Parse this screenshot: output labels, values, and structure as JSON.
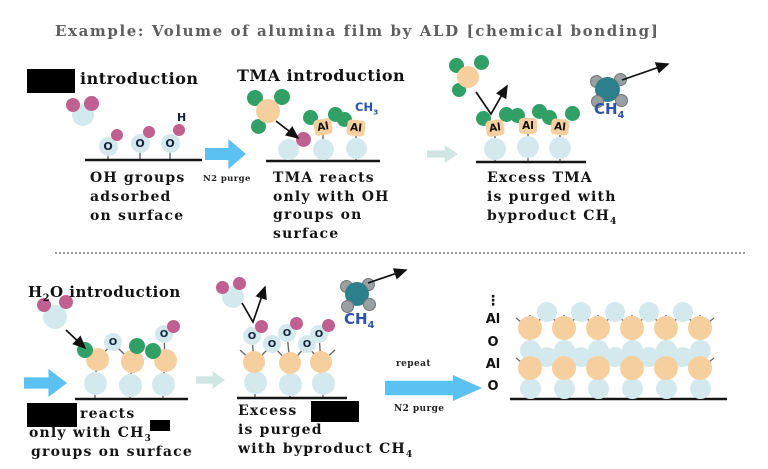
{
  "title": "Example: Volume of alumina film by ALD [chemical bonding]",
  "headings": {
    "p1": "introduction",
    "p2": "TMA introduction",
    "p4_base": "H",
    "p4_sub": "2",
    "p4_rest": "O introduction"
  },
  "captions": {
    "p1": [
      "OH groups",
      "adsorbed",
      "on surface"
    ],
    "p2": [
      "TMA reacts",
      "only with OH",
      "groups on",
      "surface"
    ],
    "p3": [
      "Excess TMA",
      "is purged with",
      "byproduct CH"
    ],
    "p3_sub": "4",
    "p4_l1": "reacts",
    "p4_l2": "only with CH",
    "p4_l2_sub": "3",
    "p4_l3": "groups on surface",
    "p5_l1": "Excess",
    "p5_l2": "is purged",
    "p5_l3": "with byproduct CH",
    "p5_sub": "4"
  },
  "annotations": {
    "n2_purge_left": "N2 purge",
    "repeat": "repeat",
    "n2_purge_right": "N2 purge"
  },
  "atom_labels": {
    "o": "O",
    "h": "H",
    "al": "Al"
  },
  "molecule_labels": {
    "ch": "CH",
    "sub3": "3",
    "sub4": "4"
  },
  "layer_labels": [
    "⋮",
    "Al",
    "O",
    "Al",
    "O"
  ],
  "colors": {
    "accent_arrow": "#5bc0f2",
    "pale_arrow": "#cfe6e3",
    "atom_blue": "#d4e9ee",
    "atom_orange": "#f6cf9e",
    "atom_green": "#31a066",
    "atom_pink": "#c06090",
    "atom_teal": "#2d7f8c",
    "atom_gray": "#9aa0a2",
    "formula_blue": "#2a52b0"
  }
}
